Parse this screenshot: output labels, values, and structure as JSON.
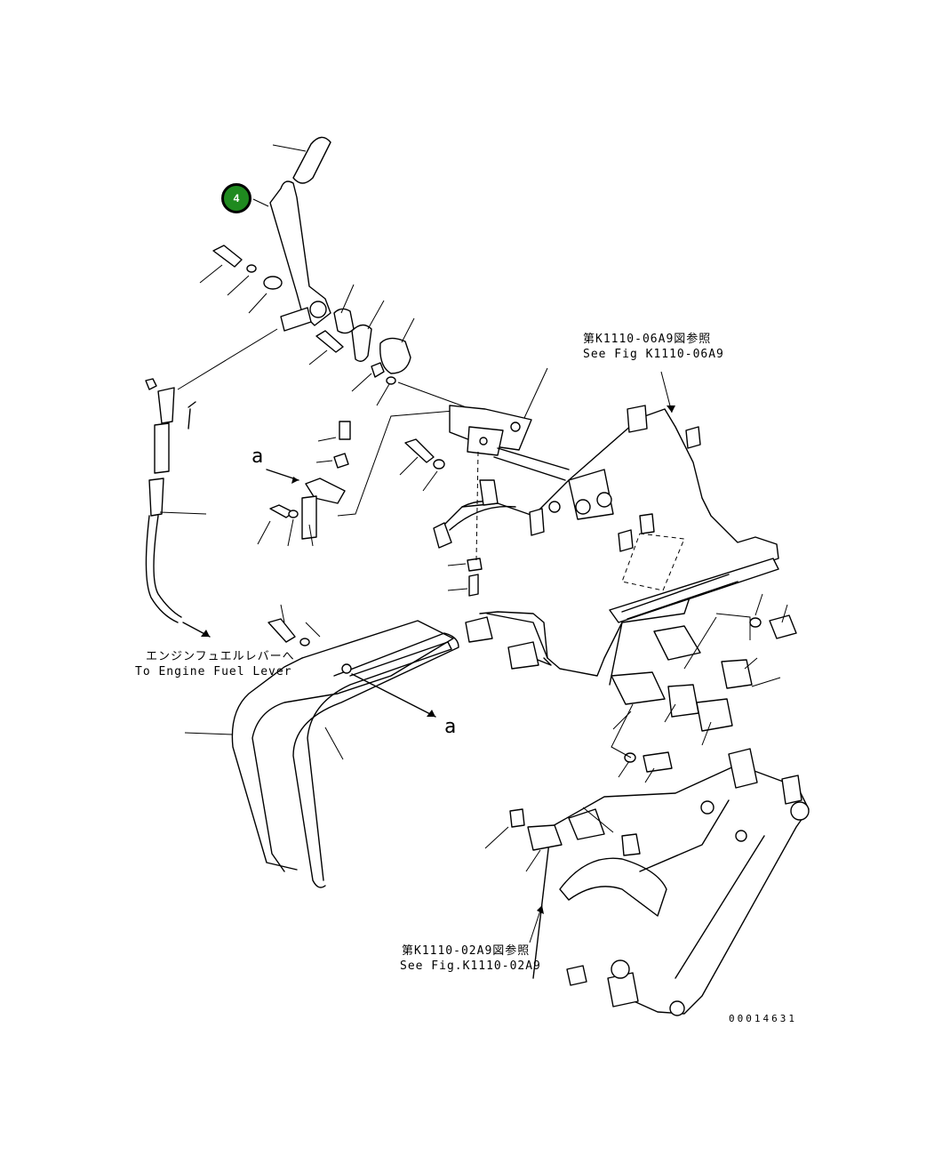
{
  "diagram": {
    "callouts": [
      {
        "number": "4"
      }
    ],
    "labels": {
      "ref_top_jp": "第K1110-06A9図参照",
      "ref_top_en": "See Fig K1110-06A9",
      "ref_bottom_jp": "第K1110-02A9図参照",
      "ref_bottom_en": "See Fig.K1110-02A9",
      "fuel_lever_jp": "エンジンフュエルレバーへ",
      "fuel_lever_en": "To Engine Fuel Lever",
      "view_a_upper": "a",
      "view_a_lower": "a",
      "drawing_number": "00014631"
    }
  }
}
